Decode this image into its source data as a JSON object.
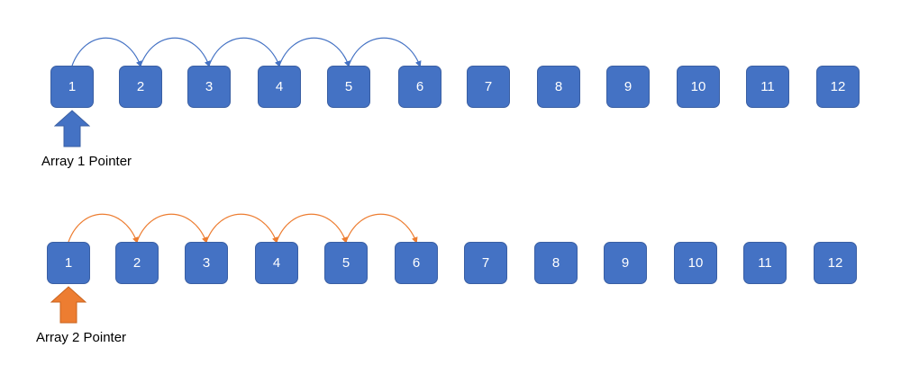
{
  "colors": {
    "box_fill": "#4472C4",
    "array1_accent": "#4472C4",
    "array2_accent": "#ED7D31"
  },
  "arrays": [
    {
      "boxes": [
        "1",
        "2",
        "3",
        "4",
        "5",
        "6",
        "7",
        "8",
        "9",
        "10",
        "11",
        "12"
      ],
      "pointer_label": "Array 1 Pointer",
      "pointer_index": 1,
      "hops": [
        [
          1,
          2
        ],
        [
          2,
          3
        ],
        [
          3,
          4
        ],
        [
          4,
          5
        ],
        [
          5,
          6
        ]
      ],
      "accent": "#4472C4"
    },
    {
      "boxes": [
        "1",
        "2",
        "3",
        "4",
        "5",
        "6",
        "7",
        "8",
        "9",
        "10",
        "11",
        "12"
      ],
      "pointer_label": "Array 2 Pointer",
      "pointer_index": 1,
      "hops": [
        [
          1,
          2
        ],
        [
          2,
          3
        ],
        [
          3,
          4
        ],
        [
          4,
          5
        ],
        [
          5,
          6
        ]
      ],
      "accent": "#ED7D31"
    }
  ]
}
